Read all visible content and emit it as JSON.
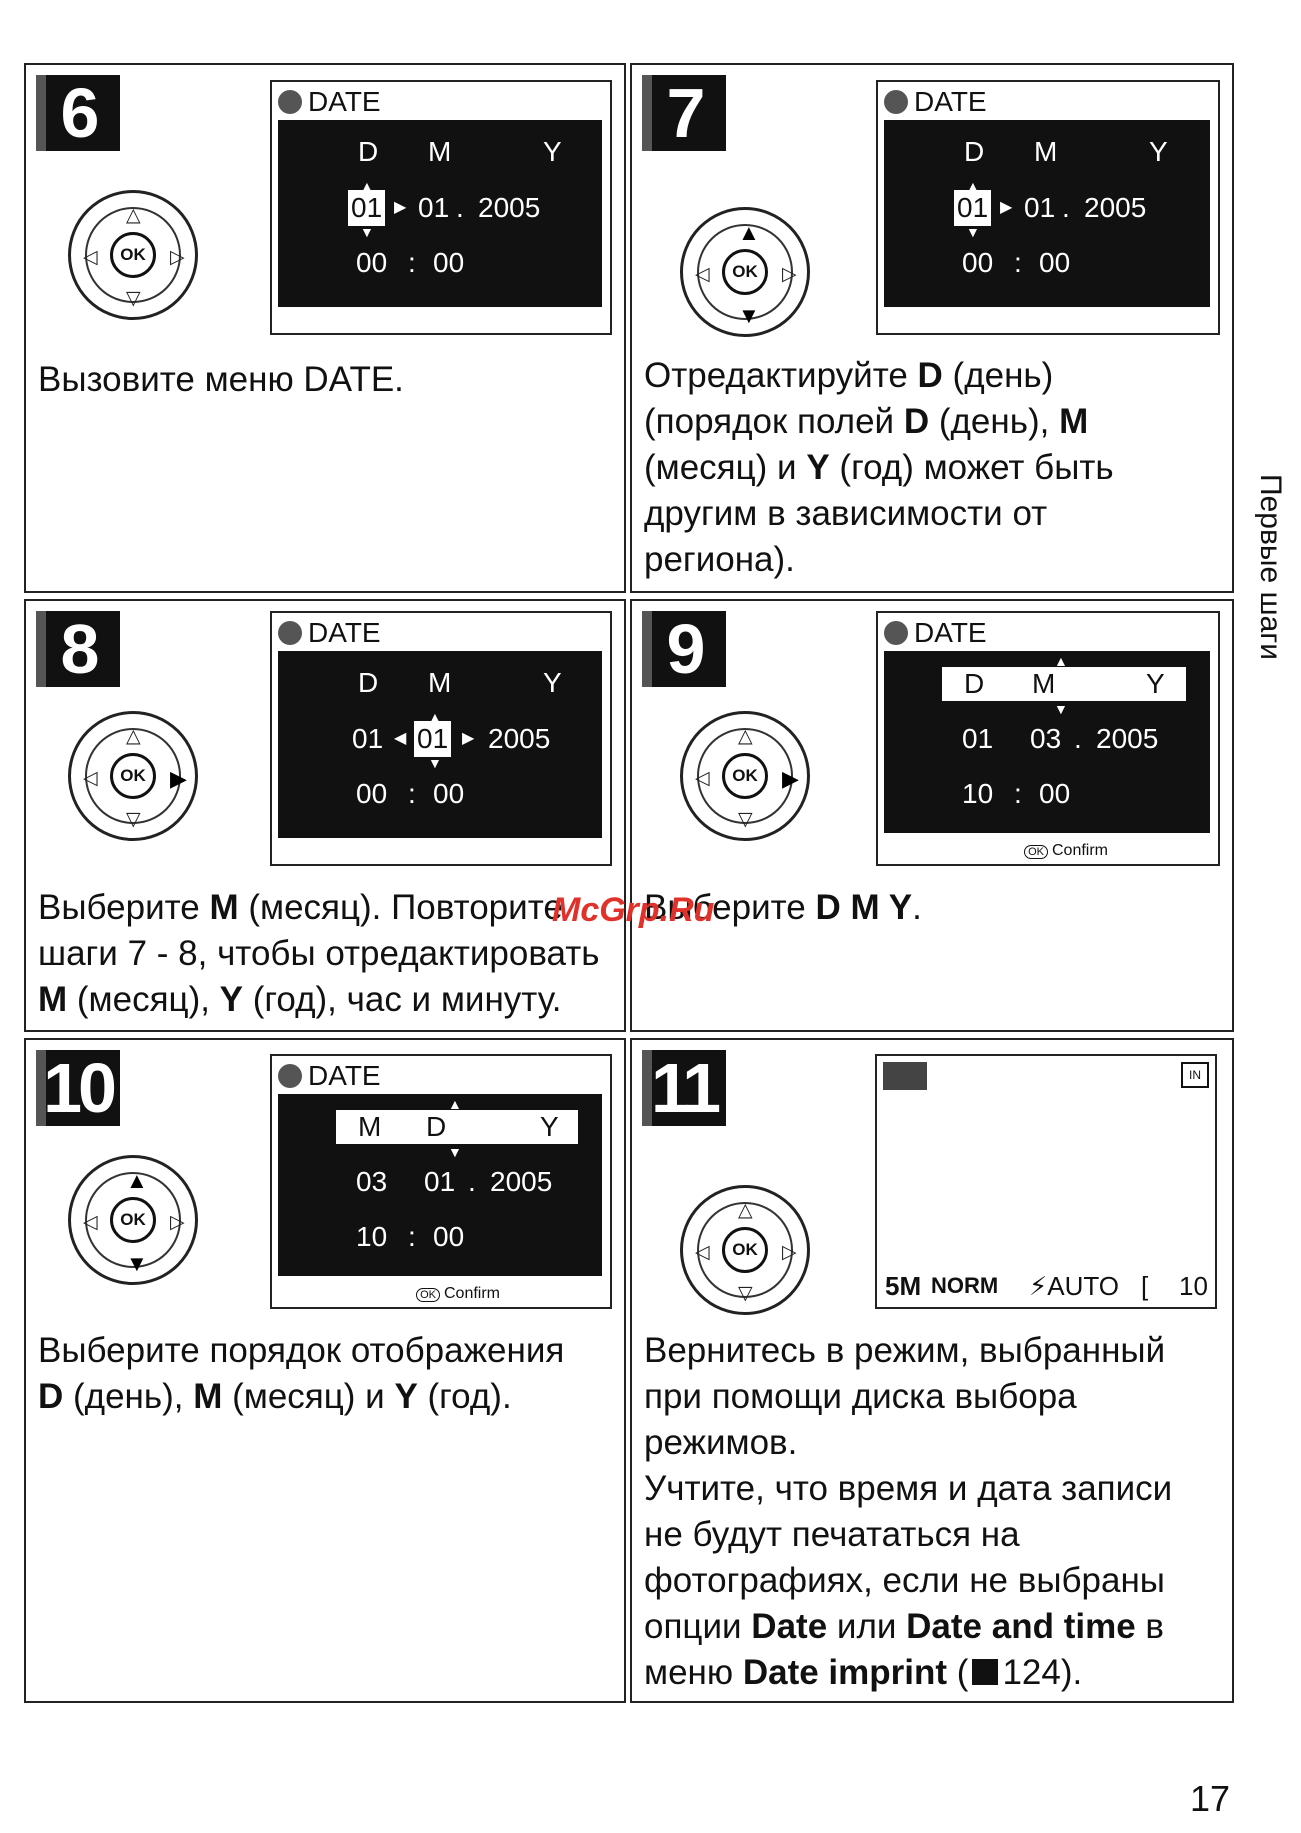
{
  "screen": {
    "title": "DATE",
    "col_d": "D",
    "col_m": "M",
    "col_y": "Y",
    "confirm_ok": "OK",
    "confirm": "Confirm",
    "colon": ":"
  },
  "dial": {
    "ok": "OK",
    "up": "△",
    "down": "▽",
    "left": "◁",
    "right": "▷",
    "up_on": "▲",
    "down_on": "▼",
    "right_on": "▶"
  },
  "steps": {
    "s6": {
      "num": "6",
      "day": "01",
      "month": "01",
      "year": "2005",
      "hh": "00",
      "mm": "00",
      "caption": "Вызовите меню DATE."
    },
    "s7": {
      "num": "7",
      "day": "01",
      "month": "01",
      "year": "2005",
      "hh": "00",
      "mm": "00",
      "c1": "Отредактируйте ",
      "c1b": "D",
      "c1e": " (день)",
      "c2": "(порядок полей ",
      "c2b": "D",
      "c2m": " (день), ",
      "c2b2": "M",
      "c3": "(месяц) и ",
      "c3b": "Y",
      "c3e": " (год) может быть",
      "c4": "другим в зависимости от",
      "c5": "региона)."
    },
    "s8": {
      "num": "8",
      "day": "01",
      "month": "01",
      "year": "2005",
      "hh": "00",
      "mm": "00",
      "c1": "Выберите ",
      "c1b": "M",
      "c1e": " (месяц). Повторите",
      "c2": "шаги 7 - 8, чтобы отредактировать",
      "c3b": "M",
      "c3": " (месяц), ",
      "c3b2": "Y",
      "c3e": " (год), час и минуту."
    },
    "s9": {
      "num": "9",
      "day": "01",
      "month": "03",
      "year": "2005",
      "hh": "10",
      "mm": "00",
      "c1": "Выберите ",
      "c1b": "D M Y",
      "c1e": "."
    },
    "s10": {
      "num": "10",
      "o1": "M",
      "o2": "D",
      "o3": "Y",
      "v1": "03",
      "v2": "01",
      "year": "2005",
      "hh": "10",
      "mm": "00",
      "c1": "Выберите порядок отображения",
      "c2b": "D",
      "c2": " (день), ",
      "c2b2": "M",
      "c2m": " (месяц) и ",
      "c2b3": "Y",
      "c2e": " (год)."
    },
    "s11": {
      "num": "11",
      "mem": "IN",
      "size": "5M",
      "quality": "NORM",
      "flash": "⚡AUTO",
      "count": "10",
      "l1": "Вернитесь в режим, выбранный",
      "l2": "при помощи диска выбора",
      "l3": "режимов.",
      "l4": "Учтите, что время и дата записи",
      "l5": "не будут печататься на",
      "l6": "фотографиях, если не выбраны",
      "l7": "опции ",
      "l7b": "Date",
      "l7m": " или ",
      "l7b2": "Date and time",
      "l7e": " в",
      "l8": "меню ",
      "l8b": "Date imprint",
      "l8e": " (",
      "l8ref": "124",
      "l8end": ")."
    }
  },
  "sidebar_label": "Первые шаги",
  "page_number": "17",
  "watermark": "McGrp.Ru"
}
